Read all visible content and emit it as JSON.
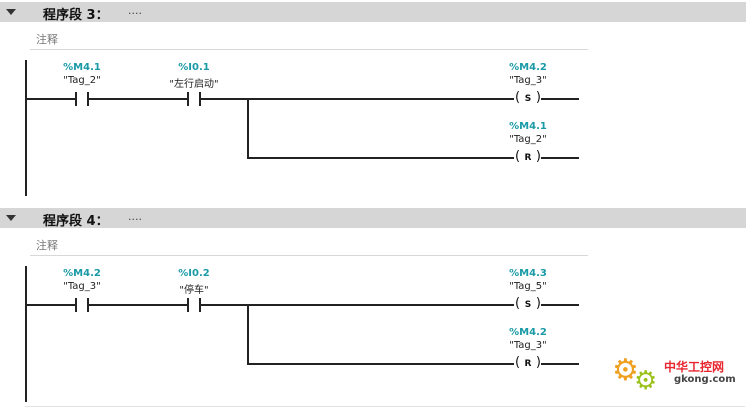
{
  "networks": [
    {
      "title": "程序段 3：",
      "dots": "....",
      "comment": "注释",
      "contacts": [
        {
          "address": "%M4.1",
          "tag": "\"Tag_2\""
        },
        {
          "address": "%I0.1",
          "tag": "\"左行启动\""
        }
      ],
      "coils": [
        {
          "address": "%M4.2",
          "tag": "\"Tag_3\"",
          "type": "S"
        },
        {
          "address": "%M4.1",
          "tag": "\"Tag_2\"",
          "type": "R"
        }
      ]
    },
    {
      "title": "程序段 4：",
      "dots": "....",
      "comment": "注释",
      "contacts": [
        {
          "address": "%M4.2",
          "tag": "\"Tag_3\""
        },
        {
          "address": "%I0.2",
          "tag": "\"停车\""
        }
      ],
      "coils": [
        {
          "address": "%M4.3",
          "tag": "\"Tag_5\"",
          "type": "S"
        },
        {
          "address": "%M4.2",
          "tag": "\"Tag_3\"",
          "type": "R"
        }
      ]
    }
  ],
  "watermark": {
    "brand": "中华工控网",
    "site": "gkong.com"
  },
  "colors": {
    "address": "#1a9aa6",
    "header_bg": "#d6d6d6"
  }
}
